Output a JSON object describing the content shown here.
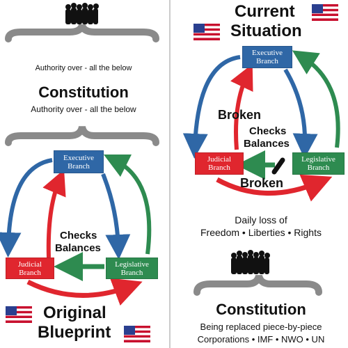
{
  "left": {
    "top_authority": "Authority over - all the below",
    "constitution_title": "Constitution",
    "constitution_authority": "Authority over - all the below",
    "exec_label": "Executive\nBranch",
    "judicial_label": "Judicial\nBranch",
    "legislative_label": "Legislative\nBranch",
    "checks_line1": "Checks",
    "checks_line2": "Balances",
    "caption_line1": "Original",
    "caption_line2": "Blueprint"
  },
  "right": {
    "title_line1": "Current",
    "title_line2": "Situation",
    "exec_label": "Executive\nBranch",
    "judicial_label": "Judicial\nBranch",
    "legislative_label": "Legislative\nBranch",
    "broken_top": "Broken",
    "checks_line1": "Checks",
    "checks_line2": "Balances",
    "broken_bottom": "Broken",
    "loss_line1": "Daily loss of",
    "loss_line2": "Freedom • Liberties • Rights",
    "constitution_title": "Constitution",
    "replaced_line": "Being replaced piece-by-piece",
    "orgs_line": "Corporations • IMF • NWO • UN"
  },
  "colors": {
    "executive": "#2f67a6",
    "judicial": "#e0262e",
    "legislative": "#2e8b50",
    "brace": "#8a8a8a",
    "divider": "#cccccc"
  }
}
